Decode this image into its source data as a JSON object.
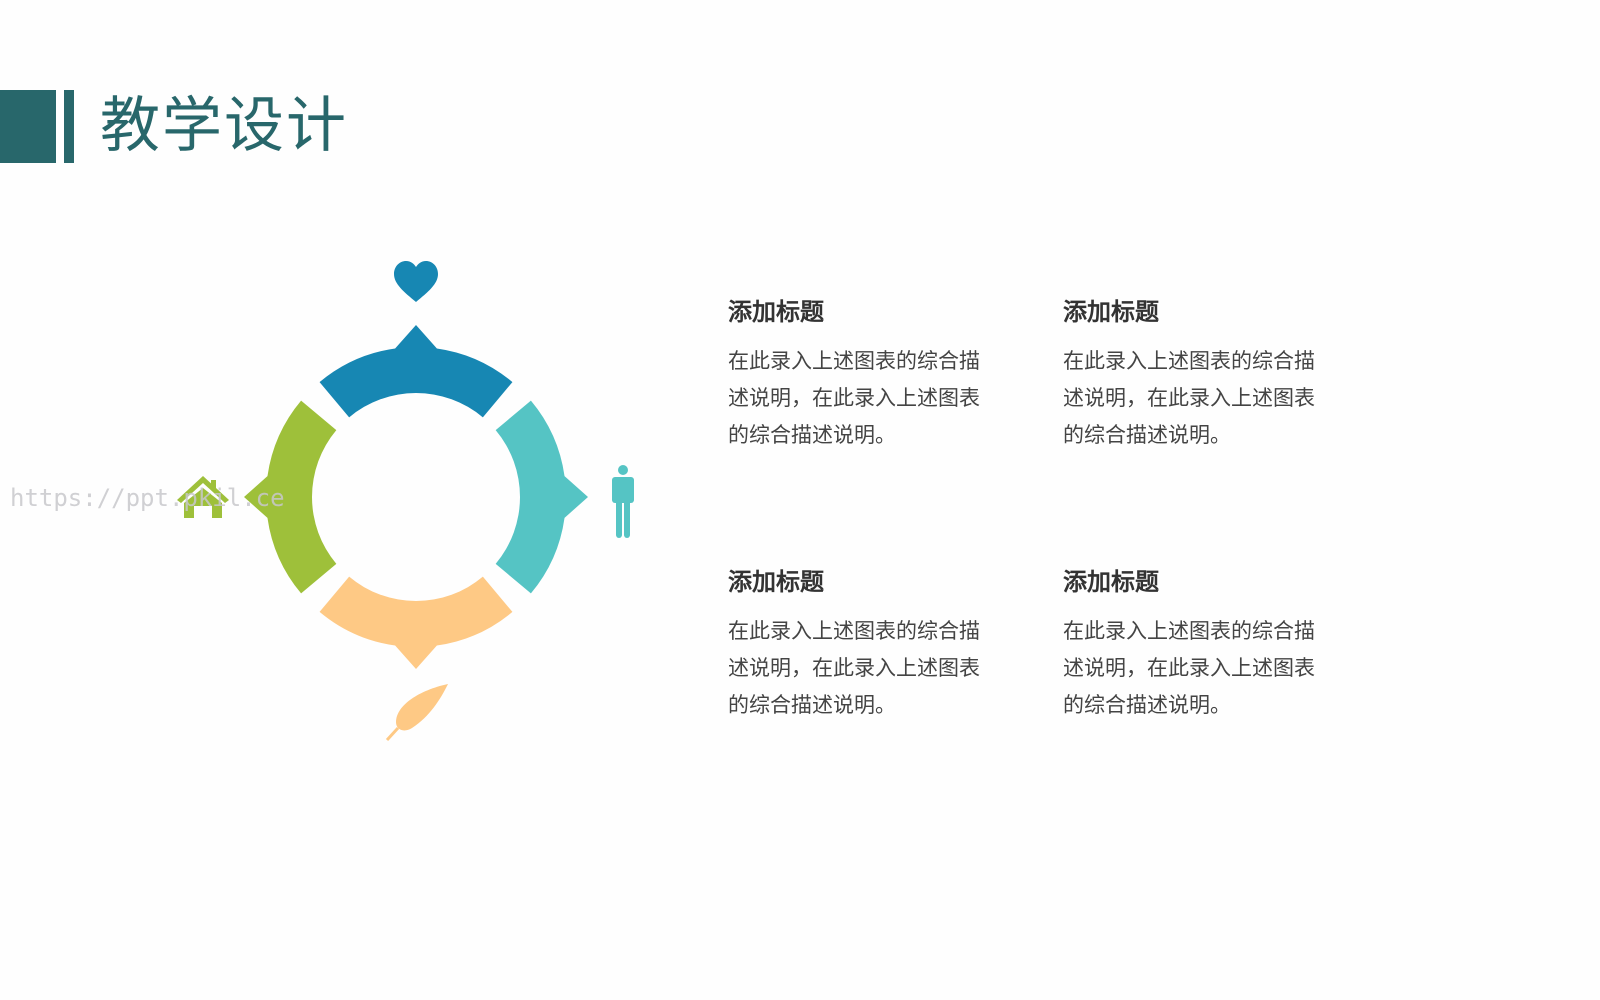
{
  "slide": {
    "title": "教学设计",
    "watermark": "https://ppt.pkil.ce"
  },
  "diagram": {
    "segments": [
      {
        "name": "top",
        "color": "#1787b3",
        "icon": "heart-icon"
      },
      {
        "name": "right",
        "color": "#55c4c4",
        "icon": "person-icon"
      },
      {
        "name": "bottom",
        "color": "#fec985",
        "icon": "leaf-icon"
      },
      {
        "name": "left",
        "color": "#9ec03a",
        "icon": "house-icon"
      }
    ]
  },
  "blocks": [
    {
      "heading": "添加标题",
      "lines": [
        "在此录入上述图表的综合描",
        "述说明，在此录入上述图表",
        "的综合描述说明。"
      ]
    },
    {
      "heading": "添加标题",
      "lines": [
        "在此录入上述图表的综合描",
        "述说明，在此录入上述图表",
        "的综合描述说明。"
      ]
    },
    {
      "heading": "添加标题",
      "lines": [
        "在此录入上述图表的综合描",
        "述说明，在此录入上述图表",
        "的综合描述说明。"
      ]
    },
    {
      "heading": "添加标题",
      "lines": [
        "在此录入上述图表的综合描",
        "述说明，在此录入上述图表",
        "的综合描述说明。"
      ]
    }
  ]
}
